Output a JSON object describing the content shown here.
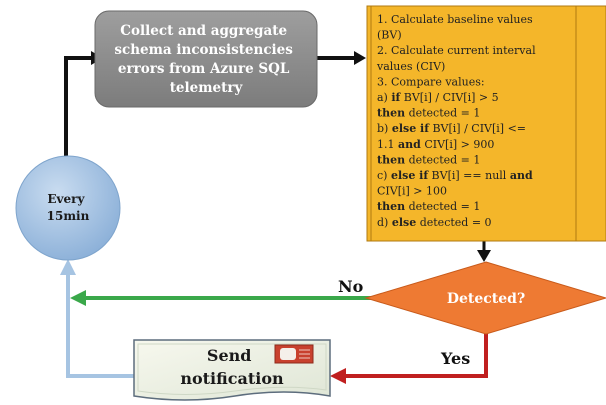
{
  "process": {
    "lines": [
      "Collect and aggregate",
      "schema inconsistencies",
      "errors from Azure SQL",
      "telemetry"
    ]
  },
  "algorithm": {
    "lines": [
      [
        {
          "t": "1.  Calculate  baseline  values"
        }
      ],
      [
        {
          "t": "(BV)"
        }
      ],
      [
        {
          "t": "2.  Calculate  current  interval"
        }
      ],
      [
        {
          "t": "values (CIV)"
        }
      ],
      [
        {
          "t": "3.  Compare values:"
        }
      ],
      [
        {
          "t": "a) "
        },
        {
          "t": "if",
          "b": true
        },
        {
          "t": " BV[i] / CIV[i] > 5"
        }
      ],
      [
        {
          "t": "then",
          "b": true
        },
        {
          "t": " detected = 1"
        }
      ],
      [
        {
          "t": "b) "
        },
        {
          "t": "else if",
          "b": true
        },
        {
          "t": " BV[i] / CIV[i] <="
        }
      ],
      [
        {
          "t": "1.1 "
        },
        {
          "t": "and",
          "b": true
        },
        {
          "t": " CIV[i] > 900"
        }
      ],
      [
        {
          "t": "then",
          "b": true
        },
        {
          "t": " detected = 1"
        }
      ],
      [
        {
          "t": "c) "
        },
        {
          "t": "else if",
          "b": true
        },
        {
          "t": " BV[i] == null "
        },
        {
          "t": "and",
          "b": true
        }
      ],
      [
        {
          "t": "CIV[i] > 100"
        }
      ],
      [
        {
          "t": "then",
          "b": true
        },
        {
          "t": " detected = 1"
        }
      ],
      [
        {
          "t": "d) "
        },
        {
          "t": "else",
          "b": true
        },
        {
          "t": " detected = 0"
        }
      ]
    ]
  },
  "decision": {
    "label": "Detected?"
  },
  "timer": {
    "lines": [
      "Every",
      "15min"
    ]
  },
  "notify": {
    "lines": [
      "Send",
      "notification"
    ]
  },
  "edges": {
    "no_label": "No",
    "yes_label": "Yes"
  },
  "colors": {
    "process_fill": "#8c8c8c",
    "algorithm_fill": "#f4b62a",
    "decision_fill": "#ee7a33",
    "timer_fill": "#9dbfe0",
    "no_arrow": "#3aa84a",
    "yes_arrow": "#c01f1f",
    "back_arrow": "#a6c4e2"
  }
}
